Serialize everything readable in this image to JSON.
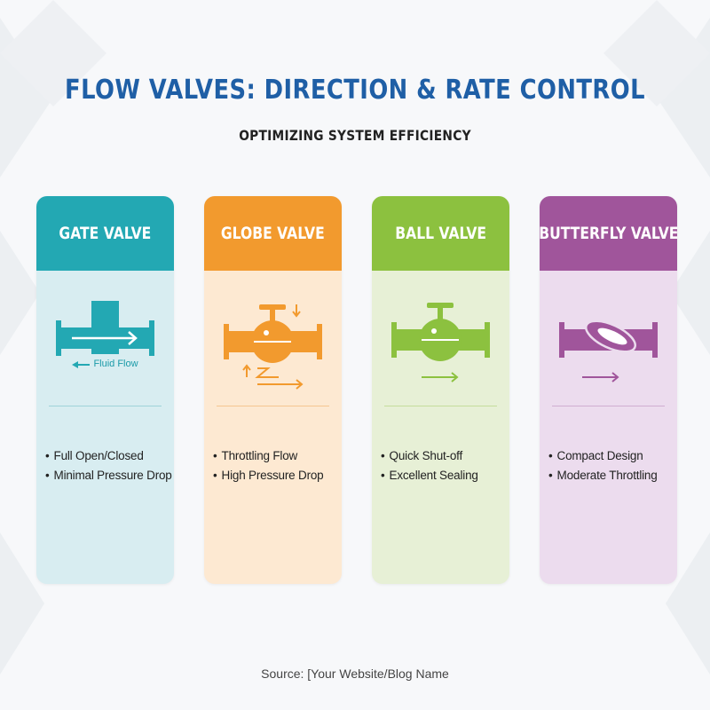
{
  "title": "FLOW VALVES: DIRECTION & RATE CONTROL",
  "subtitle": "OPTIMIZING SYSTEM EFFICIENCY",
  "cards": [
    {
      "name": "GATE VALVE",
      "icon": "gate-valve-icon",
      "color": "#23a8b3",
      "flow_label": "Fluid Flow",
      "features": [
        "Full Open/Closed",
        "Minimal Pressure Drop"
      ]
    },
    {
      "name": "GLOBE VALVE",
      "icon": "globe-valve-icon",
      "color": "#f29a2e",
      "features": [
        "Throttling Flow",
        "High Pressure Drop"
      ]
    },
    {
      "name": "BALL VALVE",
      "icon": "ball-valve-icon",
      "color": "#8cc13f",
      "features": [
        "Quick Shut-off",
        "Excellent Sealing"
      ]
    },
    {
      "name": "BUTTERFLY VALVE",
      "icon": "butterfly-valve-icon",
      "color": "#a0559b",
      "features": [
        "Compact Design",
        "Moderate Throttling"
      ]
    }
  ],
  "source": "Source: [Your Website/Blog Name"
}
